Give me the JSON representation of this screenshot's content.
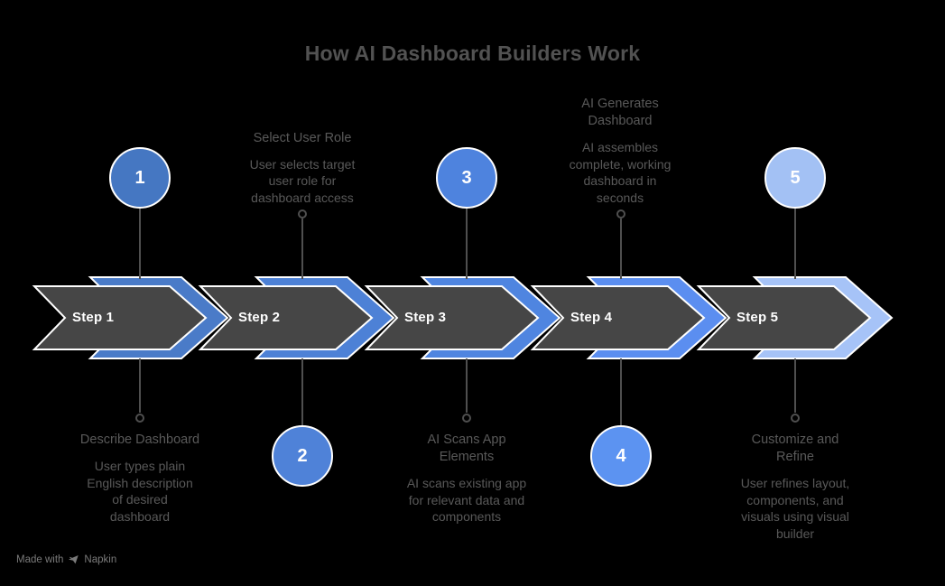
{
  "title": "How AI Dashboard Builders Work",
  "steps": [
    {
      "arrow_label": "Step 1",
      "number": "1",
      "heading": "Describe Dashboard",
      "body": "User types plain\nEnglish description\nof desired\ndashboard",
      "circle_color": "#4577c2",
      "arrow_color": "#4a7bc8"
    },
    {
      "arrow_label": "Step 2",
      "number": "2",
      "heading": "Select User Role",
      "body": "User selects target\nuser role for\ndashboard access",
      "circle_color": "#4f82d8",
      "arrow_color": "#4d81d6"
    },
    {
      "arrow_label": "Step 3",
      "number": "3",
      "heading": "AI Scans App\nElements",
      "body": "AI scans existing app\nfor relevant data and\ncomponents",
      "circle_color": "#4e83de",
      "arrow_color": "#4f85e0"
    },
    {
      "arrow_label": "Step 4",
      "number": "4",
      "heading": "AI Generates\nDashboard",
      "body": "AI assembles\ncomplete, working\ndashboard in\nseconds",
      "circle_color": "#5c93f1",
      "arrow_color": "#5b8ef0"
    },
    {
      "arrow_label": "Step 5",
      "number": "5",
      "heading": "Customize and\nRefine",
      "body": "User refines layout,\ncomponents, and\nvisuals using visual\nbuilder",
      "circle_color": "#a3c1f4",
      "arrow_color": "#a6c3f7"
    }
  ],
  "colors": {
    "background": "#000000",
    "arrow_dark": "#464646",
    "arrow_outline": "#ffffff",
    "text": "#595959",
    "title": "#525252",
    "connector": "#4f4f4f",
    "footer": "#7a7a7a"
  },
  "footer": {
    "made_with": "Made with",
    "brand": "Napkin"
  }
}
